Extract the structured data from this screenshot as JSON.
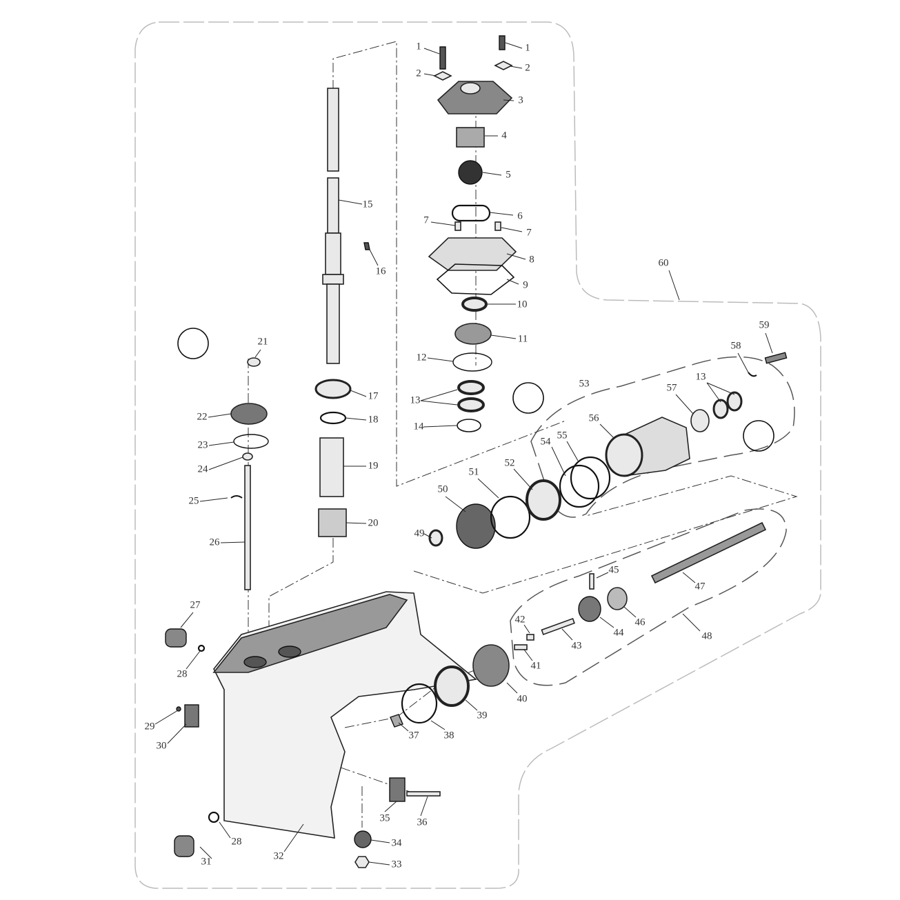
{
  "diagram": {
    "title": "Lower unit exploded parts diagram",
    "labels": {
      "p1a": "1",
      "p1b": "1",
      "p2a": "2",
      "p2b": "2",
      "p3": "3",
      "p4": "4",
      "p5": "5",
      "p6": "6",
      "p7a": "7",
      "p7b": "7",
      "p8": "8",
      "p9": "9",
      "p10": "10",
      "p11": "11",
      "p12": "12",
      "p13a": "13",
      "p13b": "13",
      "p14": "14",
      "p15": "15",
      "p16": "16",
      "p17": "17",
      "p18": "18",
      "p19": "19",
      "p20": "20",
      "p21": "21",
      "p22": "22",
      "p23": "23",
      "p24": "24",
      "p25": "25",
      "p26": "26",
      "p27": "27",
      "p28a": "28",
      "p28b": "28",
      "p29": "29",
      "p30": "30",
      "p31": "31",
      "p32": "32",
      "p33": "33",
      "p34": "34",
      "p35": "35",
      "p36": "36",
      "p37": "37",
      "p38": "38",
      "p39": "39",
      "p40": "40",
      "p41": "41",
      "p42": "42",
      "p43": "43",
      "p44": "44",
      "p45": "45",
      "p46": "46",
      "p47": "47",
      "p48": "48",
      "p49": "49",
      "p50": "50",
      "p51": "51",
      "p52": "52",
      "p53": "53",
      "p54": "54",
      "p55": "55",
      "p56": "56",
      "p57": "57",
      "p58": "58",
      "p59": "59",
      "p60": "60"
    }
  }
}
